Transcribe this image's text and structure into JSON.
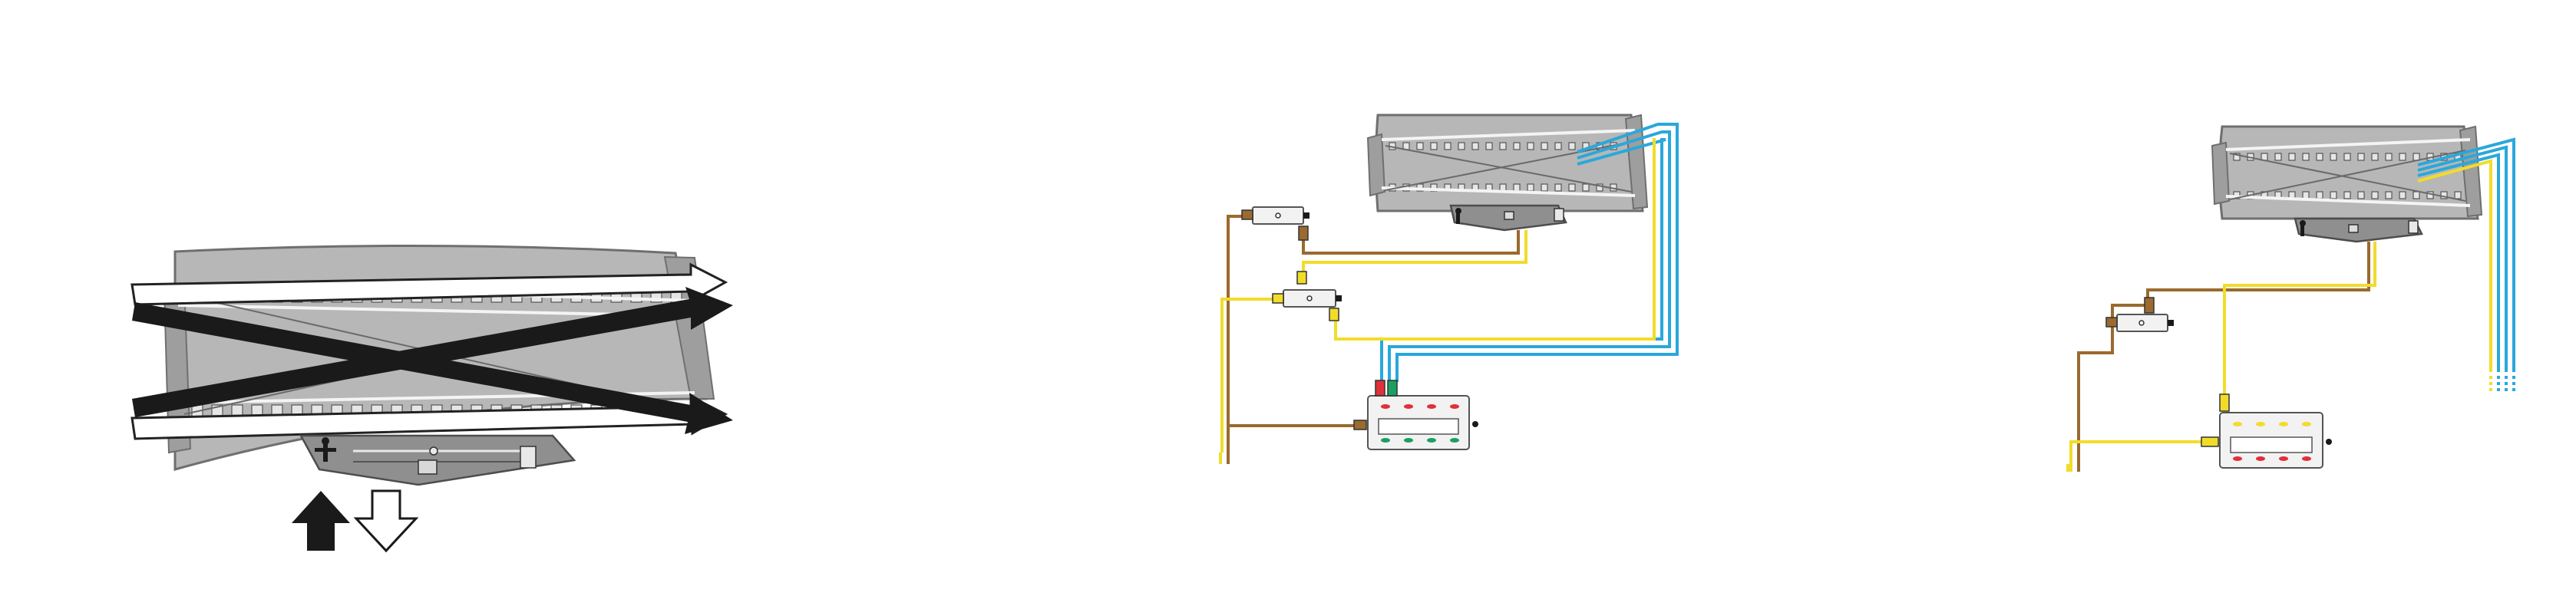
{
  "diagram": {
    "colors": {
      "track": "#b7b7b7",
      "wire_brown": "#9a6a2e",
      "wire_yellow": "#f2dc2a",
      "wire_blue": "#29a8dc",
      "button_red": "#e0303a",
      "button_green": "#1aa060",
      "arrow_dark": "#1a1a1a"
    },
    "panels": [
      {
        "name": "double-slip-switch-routes",
        "icons": [
          "double-slip-switch-icon",
          "arrow-up-filled-icon",
          "arrow-down-outline-icon"
        ]
      },
      {
        "name": "wiring-with-control-box",
        "icons": [
          "double-slip-switch-icon",
          "connector-icon",
          "control-box-icon"
        ]
      },
      {
        "name": "wiring-with-control-box-alt",
        "icons": [
          "double-slip-switch-icon",
          "connector-icon",
          "control-box-icon"
        ]
      }
    ]
  }
}
